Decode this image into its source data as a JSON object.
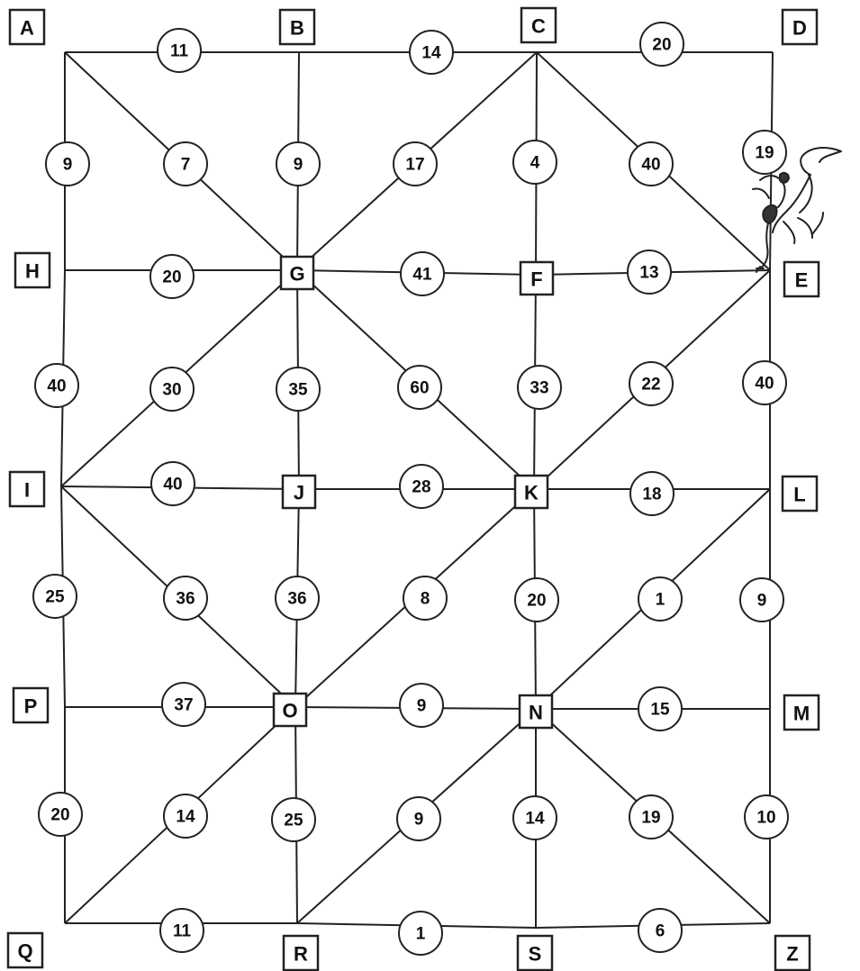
{
  "nodes": [
    {
      "id": "A",
      "label": "A"
    },
    {
      "id": "B",
      "label": "B"
    },
    {
      "id": "C",
      "label": "C"
    },
    {
      "id": "D",
      "label": "D"
    },
    {
      "id": "H",
      "label": "H"
    },
    {
      "id": "G",
      "label": "G"
    },
    {
      "id": "F",
      "label": "F"
    },
    {
      "id": "E",
      "label": "E"
    },
    {
      "id": "I",
      "label": "I"
    },
    {
      "id": "J",
      "label": "J"
    },
    {
      "id": "K",
      "label": "K"
    },
    {
      "id": "L",
      "label": "L"
    },
    {
      "id": "P",
      "label": "P"
    },
    {
      "id": "O",
      "label": "O"
    },
    {
      "id": "N",
      "label": "N"
    },
    {
      "id": "M",
      "label": "M"
    },
    {
      "id": "Q",
      "label": "Q"
    },
    {
      "id": "R",
      "label": "R"
    },
    {
      "id": "S",
      "label": "S"
    },
    {
      "id": "Z",
      "label": "Z"
    }
  ],
  "edges": [
    {
      "from": "A",
      "to": "B",
      "weight": "11"
    },
    {
      "from": "B",
      "to": "C",
      "weight": "14"
    },
    {
      "from": "C",
      "to": "D",
      "weight": "20"
    },
    {
      "from": "A",
      "to": "H",
      "weight": "9"
    },
    {
      "from": "A",
      "to": "G",
      "weight": "7"
    },
    {
      "from": "B",
      "to": "G",
      "weight": "9"
    },
    {
      "from": "C",
      "to": "G",
      "weight": "17"
    },
    {
      "from": "C",
      "to": "F",
      "weight": "4"
    },
    {
      "from": "C",
      "to": "E",
      "weight": "40"
    },
    {
      "from": "D",
      "to": "E",
      "weight": "19"
    },
    {
      "from": "H",
      "to": "G",
      "weight": "20"
    },
    {
      "from": "G",
      "to": "F",
      "weight": "41"
    },
    {
      "from": "F",
      "to": "E",
      "weight": "13"
    },
    {
      "from": "H",
      "to": "I",
      "weight": "40"
    },
    {
      "from": "G",
      "to": "I",
      "weight": "30"
    },
    {
      "from": "G",
      "to": "J",
      "weight": "35"
    },
    {
      "from": "G",
      "to": "K",
      "weight": "60"
    },
    {
      "from": "F",
      "to": "K",
      "weight": "33"
    },
    {
      "from": "E",
      "to": "K",
      "weight": "22"
    },
    {
      "from": "E",
      "to": "L",
      "weight": "40"
    },
    {
      "from": "I",
      "to": "J",
      "weight": "40"
    },
    {
      "from": "J",
      "to": "K",
      "weight": "28"
    },
    {
      "from": "K",
      "to": "L",
      "weight": "18"
    },
    {
      "from": "I",
      "to": "P",
      "weight": "25"
    },
    {
      "from": "I",
      "to": "O",
      "weight": "36"
    },
    {
      "from": "J",
      "to": "O",
      "weight": "36"
    },
    {
      "from": "K",
      "to": "O",
      "weight": "8"
    },
    {
      "from": "K",
      "to": "N",
      "weight": "20"
    },
    {
      "from": "L",
      "to": "N",
      "weight": "1"
    },
    {
      "from": "L",
      "to": "M",
      "weight": "9"
    },
    {
      "from": "P",
      "to": "O",
      "weight": "37"
    },
    {
      "from": "O",
      "to": "N",
      "weight": "9"
    },
    {
      "from": "N",
      "to": "M",
      "weight": "15"
    },
    {
      "from": "P",
      "to": "Q",
      "weight": "20"
    },
    {
      "from": "O",
      "to": "Q",
      "weight": "14"
    },
    {
      "from": "O",
      "to": "R",
      "weight": "25"
    },
    {
      "from": "N",
      "to": "R",
      "weight": "9"
    },
    {
      "from": "N",
      "to": "S",
      "weight": "14"
    },
    {
      "from": "N",
      "to": "Z",
      "weight": "19"
    },
    {
      "from": "M",
      "to": "Z",
      "weight": "10"
    },
    {
      "from": "Q",
      "to": "R",
      "weight": "11"
    },
    {
      "from": "R",
      "to": "S",
      "weight": "1"
    },
    {
      "from": "S",
      "to": "Z",
      "weight": "6"
    }
  ],
  "decoration_icon": "roadrunner-bird-icon"
}
